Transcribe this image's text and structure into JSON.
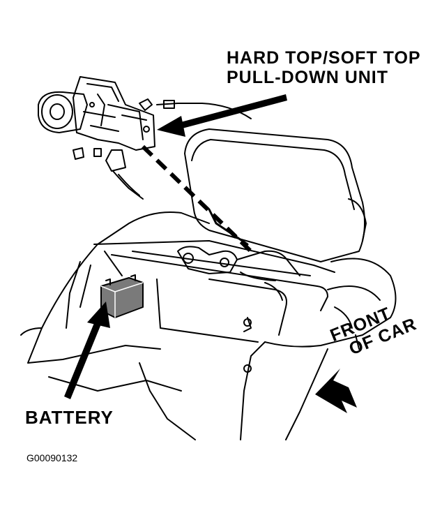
{
  "labels": {
    "pulldown_line1": "HARD TOP/SOFT TOP",
    "pulldown_line2": "PULL-DOWN UNIT",
    "battery": "BATTERY",
    "front_line1": "FRONT",
    "front_line2": "OF CAR"
  },
  "figure_code": "G00090132",
  "colors": {
    "ink": "#000000",
    "paper": "#ffffff",
    "battery_shade": "#7a7a7a"
  }
}
